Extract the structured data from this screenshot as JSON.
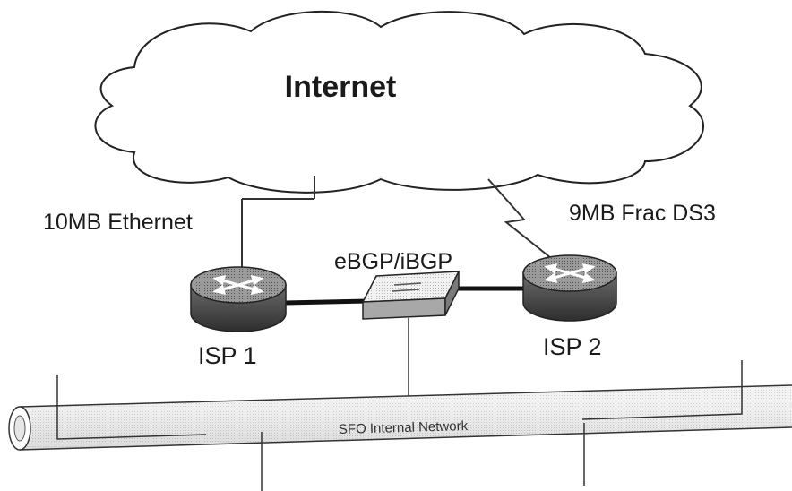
{
  "cloud": {
    "label": "Internet"
  },
  "links": {
    "isp1_uplink": "10MB Ethernet",
    "isp2_uplink": "9MB Frac DS3",
    "peering": "eBGP/iBGP"
  },
  "routers": {
    "isp1": "ISP 1",
    "isp2": "ISP 2"
  },
  "network": {
    "label": "SFO Internal Network"
  }
}
